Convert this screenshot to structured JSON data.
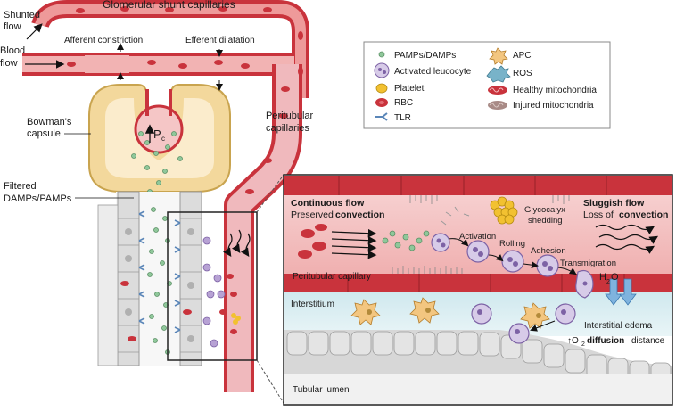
{
  "top": {
    "title": "Glomerular shunt capillaries",
    "shunted_flow": [
      "Shunted",
      "flow"
    ],
    "blood_flow": [
      "Blood",
      "flow"
    ],
    "afferent": "Afferent constriction",
    "efferent": "Efferent dilatation",
    "pressure_symbol": "P",
    "pressure_subscript": "c"
  },
  "side_labels": {
    "bowmans": [
      "Bowman's",
      "capsule"
    ],
    "peritubular": [
      "Peritubular",
      "capillaries"
    ],
    "filtered": [
      "Filtered",
      "DAMPs/PAMPs"
    ]
  },
  "legend": {
    "items": [
      {
        "label": "PAMPs/DAMPs",
        "icon": "pamps-damps-icon"
      },
      {
        "label": "Activated leucocyte",
        "icon": "activated-leucocyte-icon"
      },
      {
        "label": "Platelet",
        "icon": "platelet-icon"
      },
      {
        "label": "RBC",
        "icon": "rbc-icon"
      },
      {
        "label": "TLR",
        "icon": "tlr-icon"
      },
      {
        "label": "APC",
        "icon": "apc-icon"
      },
      {
        "label": "ROS",
        "icon": "ros-icon"
      },
      {
        "label": "Healthy mitochondria",
        "icon": "healthy-mitochondria-icon"
      },
      {
        "label": "Injured mitochondria",
        "icon": "injured-mitochondria-icon"
      }
    ]
  },
  "inset": {
    "continuous_flow": "Continuous flow",
    "preserved": "Preserved",
    "convection": "convection",
    "glycocalyx": [
      "Glycocalyx",
      "shedding"
    ],
    "sluggish_flow": "Sluggish flow",
    "loss_of": "Loss of",
    "activation": "Activation",
    "rolling": "Rolling",
    "adhesion": "Adhesion",
    "transmigration": "Transmigration",
    "peritubular_capillary": "Peritubular capillary",
    "h2o_h": "H",
    "h2o_2": "2",
    "h2o_o": "O",
    "interstitium": "Interstitium",
    "interstitial_edema": "Interstitial edema",
    "o2_arrow": "↑O",
    "o2_sub": "2",
    "diffusion": "diffusion",
    "distance": "distance",
    "tubular_lumen": "Tubular lumen"
  },
  "colors": {
    "vessel_red": "#c9333c",
    "vessel_inner": "#f3c1c1",
    "capsule_yellow": "#f3d89c",
    "tubule_gray": "#dcdcdc",
    "pamp_green": "#8fc79a",
    "leucocyte_purple": "#b7a2d4",
    "platelet_yellow": "#f2c131",
    "tlr_blue": "#5a86b8"
  }
}
